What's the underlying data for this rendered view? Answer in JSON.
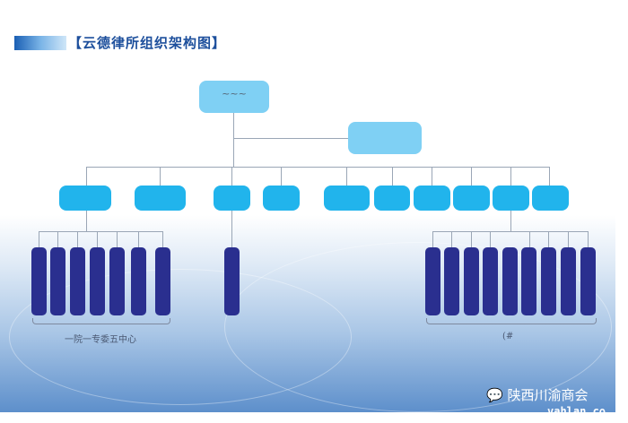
{
  "title": "【云德律所组织架构图】",
  "top_node": {
    "label": "~~~"
  },
  "left_group": {
    "label": "一院一专委五中心"
  },
  "right_group": {
    "label": "(#"
  },
  "watermark": {
    "account": "陕西川渝商会",
    "site": "vahlan.co"
  },
  "colors": {
    "top_box": "#7fd0f4",
    "dept_box": "#21b4ec",
    "unit": "#2a2f8f",
    "title": "#1d4f9c"
  }
}
